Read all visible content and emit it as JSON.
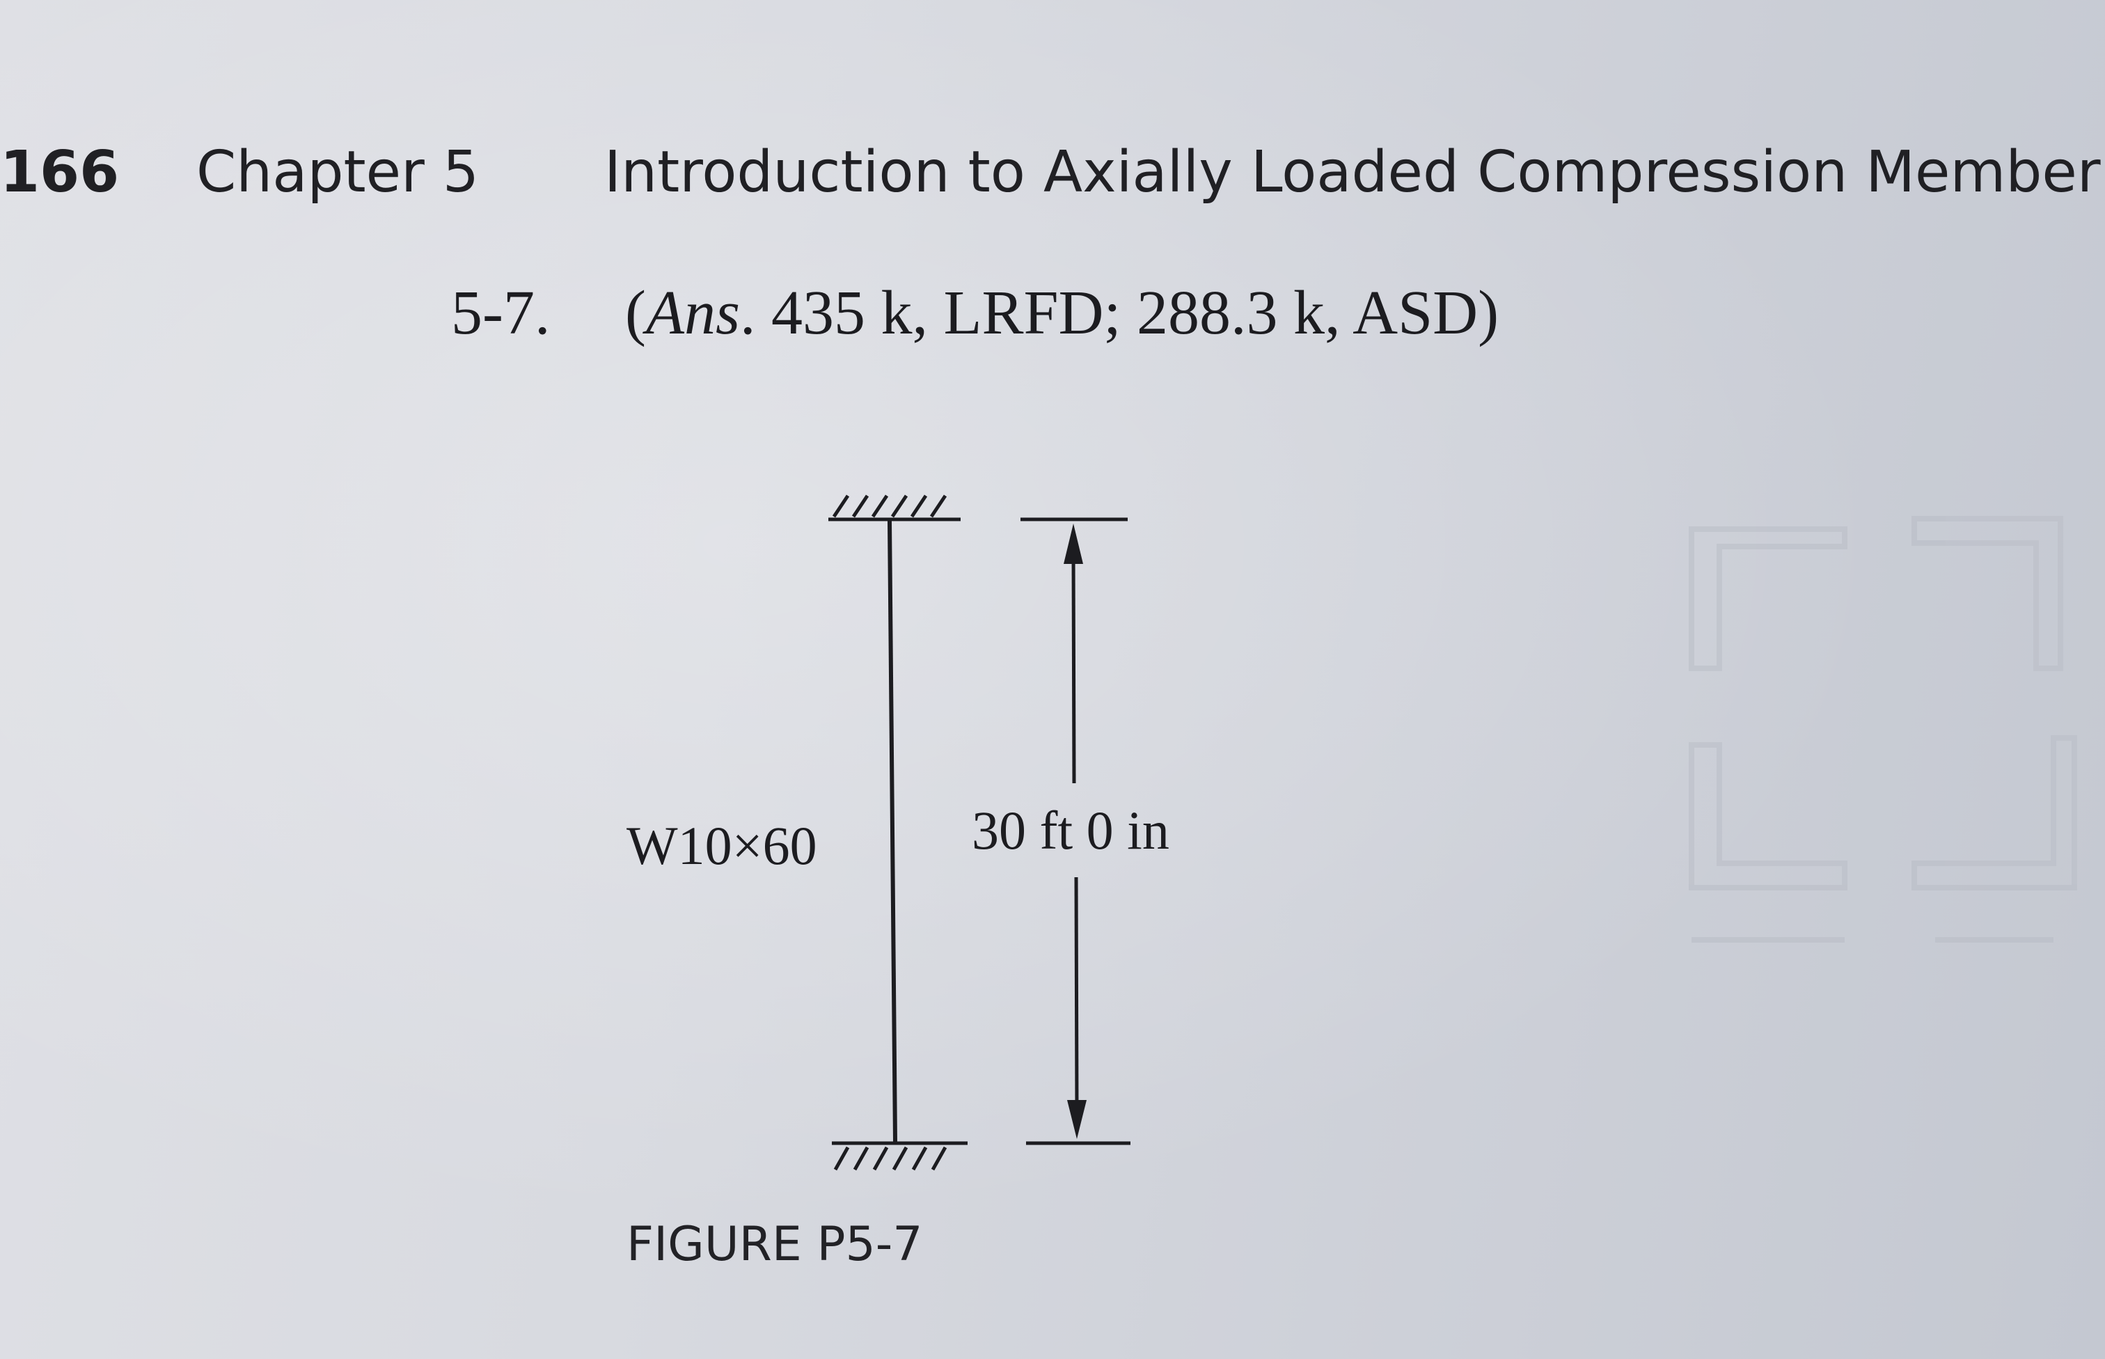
{
  "header": {
    "page_number": "166",
    "chapter_label": "Chapter 5",
    "chapter_title": "Introduction to Axially Loaded Compression Member"
  },
  "problem": {
    "number": "5-7.",
    "answer_prefix": "(",
    "answer_italic": "Ans",
    "answer_rest": ". 435 k, LRFD; 288.3 k, ASD)"
  },
  "figure": {
    "member_label": "W10×60",
    "length_label": "30 ft 0 in",
    "caption": "FIGURE P5-7",
    "support_top": "fixed",
    "support_bottom": "fixed"
  },
  "colors": {
    "ink": "#1c1c20",
    "paper": "#d8dae0",
    "bleed_through": "#b9bdc6"
  }
}
